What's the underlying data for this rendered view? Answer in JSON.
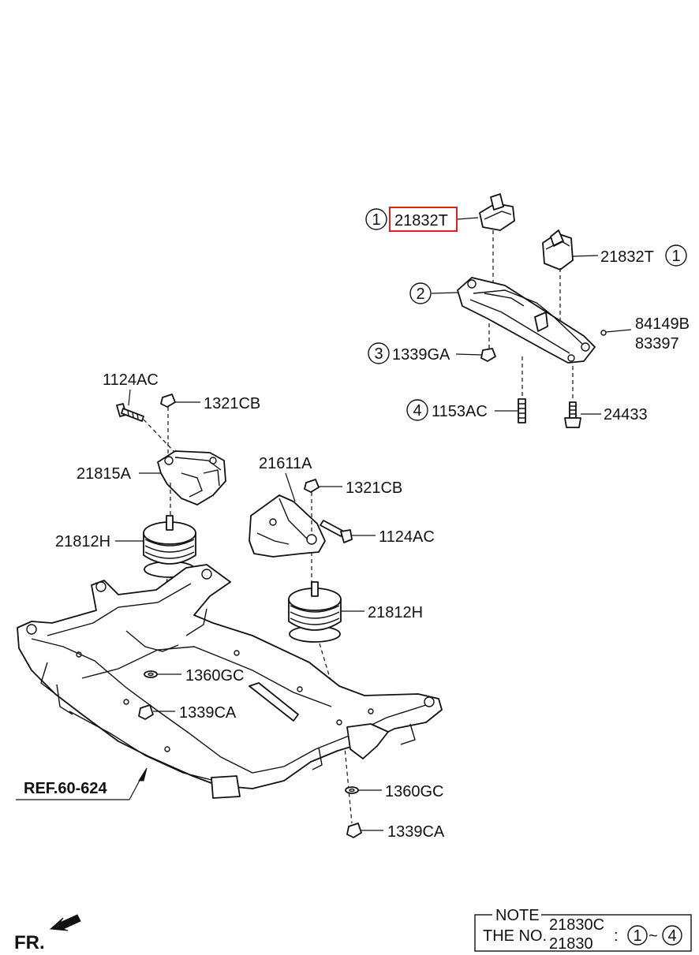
{
  "callouts": {
    "c1a": {
      "marker": "1",
      "part": "21832T"
    },
    "c1b": {
      "part": "21832T",
      "marker": "1"
    },
    "c2": {
      "marker": "2"
    },
    "c3": {
      "marker": "3",
      "part": "1339GA"
    },
    "c4": {
      "marker": "4",
      "part": "1153AC"
    },
    "p84149b": "84149B",
    "p83397": "83397",
    "p24433": "24433",
    "p1124ac_left": "1124AC",
    "p1321cb_left": "1321CB",
    "p21815a": "21815A",
    "p21812h_left": "21812H",
    "p21611a": "21611A",
    "p1321cb_right": "1321CB",
    "p1124ac_right": "1124AC",
    "p21812h_right": "21812H",
    "p1360gc_left": "1360GC",
    "p1339ca_left": "1339CA",
    "p1360gc_right": "1360GC",
    "p1339ca_right": "1339CA"
  },
  "ref": "REF.60-624",
  "fr": "FR.",
  "note": {
    "title": "NOTE",
    "the_no": "THE NO.",
    "num1": "21830C",
    "num2": "21830",
    "colon": ":",
    "from": "1",
    "tilde": "~",
    "to": "4"
  },
  "highlight_color": "#e02020"
}
